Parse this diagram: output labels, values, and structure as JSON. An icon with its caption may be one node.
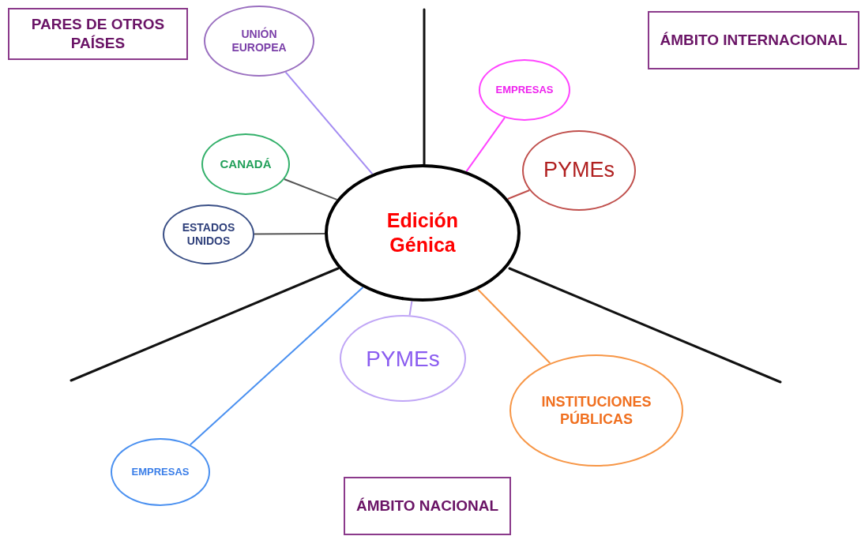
{
  "diagram": {
    "nodes": [
      {
        "text": [
          "PARES DE OTROS PAÍSES"
        ]
      },
      {
        "text": [
          "UNIÓN EUROPEA"
        ]
      },
      {
        "text": [
          "ÁMBITO INTERNACIONAL"
        ]
      },
      {
        "text": [
          "EMPRESAS"
        ]
      },
      {
        "text": [
          "CANADÁ"
        ]
      },
      {
        "text": [
          "PYMEs"
        ]
      },
      {
        "text": [
          "Edición Génica"
        ]
      },
      {
        "text": [
          "ESTADOS UNIDOS"
        ]
      },
      {
        "text": [
          "PYMEs"
        ]
      },
      {
        "text": [
          "INSTITUCIONES PÚBLICAS"
        ]
      },
      {
        "text": [
          "EMPRESAS"
        ]
      },
      {
        "text": [
          "ÁMBITO NACIONAL"
        ]
      }
    ],
    "edges": [
      {
        "from": 6,
        "to": 1,
        "arrow": "none",
        "color": "#a48cf2"
      },
      {
        "from": 6,
        "to": 3,
        "arrow": "none",
        "color": "#ff44ff"
      },
      {
        "from": 6,
        "to": 4,
        "arrow": "none"
      },
      {
        "from": 6,
        "to": 5,
        "arrow": "none",
        "color": "#c0504d"
      },
      {
        "from": 6,
        "to": 7,
        "arrow": "none"
      },
      {
        "from": 6,
        "to": 8,
        "arrow": "none",
        "color": "#b89cf0"
      },
      {
        "from": 6,
        "to": 9,
        "arrow": "none",
        "color": "#f79646"
      },
      {
        "from": 6,
        "to": 10,
        "arrow": "none",
        "color": "#4a90f0"
      }
    ]
  }
}
